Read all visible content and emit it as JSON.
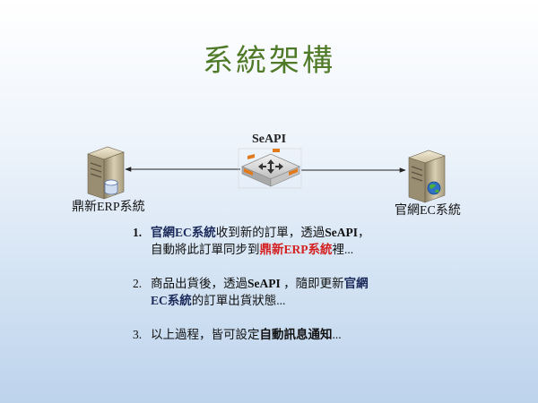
{
  "title": "系統架構",
  "api_label": "SeAPI",
  "left_server_label": "鼎新ERP系統",
  "right_server_label": "官網EC系統",
  "steps": [
    {
      "num": "1.",
      "line1": {
        "b1": "官網EC系統",
        "t1": "收到新的訂單，透過",
        "b2": "SeAPI",
        "t2": "，"
      },
      "line2": {
        "t1": "自動將此訂單同步到",
        "red": "鼎新ERP系統",
        "t2": "裡..."
      }
    },
    {
      "num": "2.",
      "line1": {
        "t1": "商品出貨後，透過",
        "b1": "SeAPI",
        "t2": " ，隨即更新",
        "b2": "官網"
      },
      "line2": {
        "b1": "EC系統",
        "t1": "的訂單出貨狀態..."
      }
    },
    {
      "num": "3.",
      "line1": {
        "t1": "以上過程，皆可設定",
        "b1": "自動訊息通知",
        "t2": "..."
      }
    }
  ],
  "colors": {
    "title": "#4f7a28",
    "highlight": "#d42020"
  }
}
